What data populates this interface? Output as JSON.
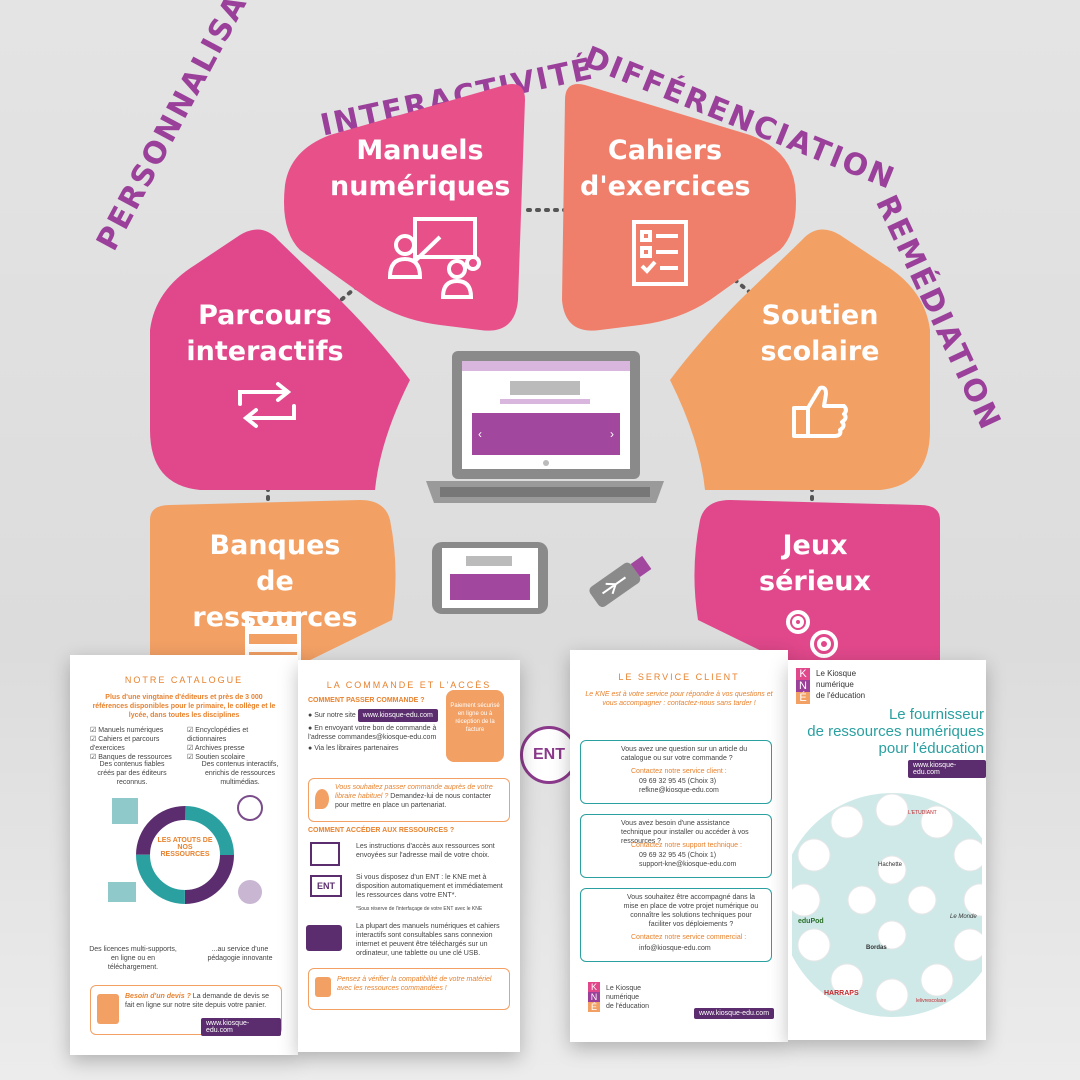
{
  "arc_words": [
    "PERSONNALISATION",
    "INTERACTIVITÉ",
    "DIFFÉRENCIATION",
    "REMÉDIATION"
  ],
  "cards": [
    {
      "line1": "Manuels",
      "line2": "numériques",
      "icon": "teacher-board-icon",
      "color": "#e8508a"
    },
    {
      "line1": "Cahiers",
      "line2": "d'exercices",
      "icon": "checklist-icon",
      "color": "#ef7f6b"
    },
    {
      "line1": "Parcours",
      "line2": "interactifs",
      "icon": "repeat-arrows-icon",
      "color": "#e0488b"
    },
    {
      "line1": "Soutien",
      "line2": "scolaire",
      "icon": "thumbs-up-icon",
      "color": "#f2a064"
    },
    {
      "line1": "Banques",
      "line2": "de ressources",
      "icon": "server-icon",
      "color": "#f2a064"
    },
    {
      "line1": "Jeux",
      "line2": "sérieux",
      "icon": "gears-icon",
      "color": "#e0488b"
    }
  ],
  "colors": {
    "pink": "#e0488b",
    "orange": "#f2a064",
    "salmon": "#ef7f6b",
    "purple": "#9a3f9a",
    "dark_purple": "#5b2d6e"
  },
  "ent_badge": "ENT",
  "brochure_left": {
    "catalogue_heading": "NOTRE CATALOGUE",
    "catalogue_intro": "Plus d'une vingtaine d'éditeurs et près de 3 000 références disponibles pour le primaire, le collège et le lycée, dans toutes les disciplines",
    "list_left": [
      "Manuels numériques",
      "Cahiers et parcours d'exercices",
      "Banques de ressources"
    ],
    "list_right": [
      "Encyclopédies et dictionnaires",
      "Archives presse",
      "Soutien scolaire"
    ],
    "cap1": "Des contenus fiables créés par des éditeurs reconnus.",
    "cap2": "Des contenus interactifs, enrichis de ressources multimédias.",
    "ring_title": "LES ATOUTS DE NOS RESSOURCES",
    "cap3": "Des licences multi-supports, en ligne ou en téléchargement.",
    "cap4": "...au service d'une pédagogie innovante",
    "devis_title": "Besoin d'un devis ?",
    "devis_text": "La demande de devis se fait en ligne sur notre site depuis votre panier.",
    "url": "www.kiosque-edu.com"
  },
  "brochure_middle": {
    "heading": "LA COMMANDE ET L'ACCÈS",
    "sub1": "COMMENT PASSER COMMANDE ?",
    "b1": "Sur notre site",
    "url": "www.kiosque-edu.com",
    "b2": "En envoyant votre bon de commande à l'adresse commandes@kiosque-edu.com",
    "b3": "Via les libraires partenaires",
    "lock_text": "Paiement sécurisé en ligne ou à réception de la facture",
    "libraire_q": "Vous souhaitez passer commande auprès de votre libraire habituel ?",
    "libraire_a": "Demandez-lui de nous contacter pour mettre en place un partenariat.",
    "sub2": "COMMENT ACCÉDER AUX RESSOURCES ?",
    "a1": "Les instructions d'accès aux ressources sont envoyées sur l'adresse mail de votre choix.",
    "a2": "Si vous disposez d'un ENT : le KNE met à disposition automatiquement et immédiatement les ressources dans votre ENT*.",
    "a2_note": "*Sous réserve de l'interfaçage de votre ENT avec le KNE",
    "a3": "La plupart des manuels numériques et cahiers interactifs sont consultables sans connexion internet et peuvent être téléchargés sur un ordinateur, une tablette ou une clé USB.",
    "compat": "Pensez à vérifier la compatibilité de votre matériel avec les ressources commandées !",
    "ent_icon_text": "ENT"
  },
  "brochure_right": {
    "heading": "LE SERVICE CLIENT",
    "intro": "Le KNE est à votre service pour répondre à vos questions et vous accompagner : contactez-nous sans tarder !",
    "box1_q": "Vous avez une question sur un article du catalogue ou sur votre commande ?",
    "box1_c": "Contactez notre service client :",
    "box1_phone": "09 69 32 95 45 (Choix 3)",
    "box1_mail": "refkne@kiosque-edu.com",
    "box2_q": "Vous avez besoin d'une assistance technique pour installer ou accéder à vos ressources ?",
    "box2_c": "Contactez notre support technique :",
    "box2_phone": "09 69 32 95 45 (Choix 1)",
    "box2_mail": "support-kne@kiosque-edu.com",
    "box3_q": "Vous souhaitez être accompagné dans la mise en place de votre projet numérique ou connaître les solutions techniques pour faciliter vos déploiements ?",
    "box3_c": "Contactez notre service commercial :",
    "box3_mail": "info@kiosque-edu.com",
    "logo_line1": "Le Kiosque",
    "logo_line2": "numérique",
    "logo_line3": "de l'éducation",
    "logo_letters": [
      "K",
      "N",
      "É"
    ],
    "url": "www.kiosque-edu.com"
  },
  "brochure_cover": {
    "logo_line1": "Le Kiosque",
    "logo_line2": "numérique",
    "logo_line3": "de l'éducation",
    "logo_letters": [
      "K",
      "N",
      "É"
    ],
    "title1": "Le fournisseur",
    "title2": "de ressources numériques",
    "title3": "pour l'éducation",
    "url": "www.kiosque-edu.com",
    "publishers": [
      "HARRAPS",
      "eduPod",
      "Hachette",
      "Le Monde",
      "L'ETUDIANT",
      "Bordas",
      "lelivrescolaire"
    ]
  }
}
